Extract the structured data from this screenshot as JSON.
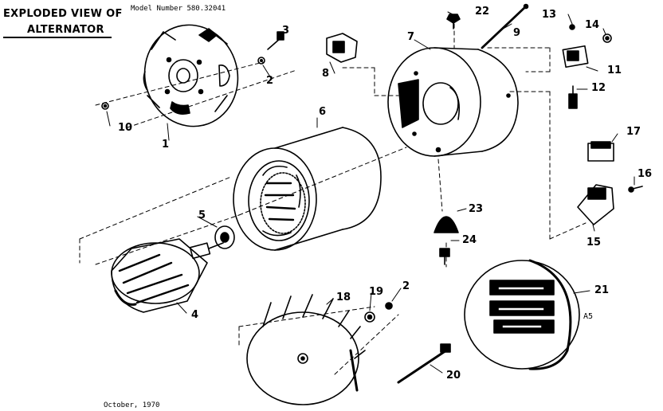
{
  "title_line1": "EXPLODED VIEW OF",
  "title_line2": "ALTERNATOR",
  "model_number": "Model Number 580.32041",
  "date": "October, 1970",
  "mark": "A5",
  "callouts": {
    "c1": "1",
    "c2a": "2",
    "c2b": "2",
    "c3": "3",
    "c4": "4",
    "c5": "5",
    "c6": "6",
    "c7": "7",
    "c8": "8",
    "c9": "9",
    "c10": "10",
    "c11": "11",
    "c12": "12",
    "c13": "13",
    "c14": "14",
    "c15": "15",
    "c16": "16",
    "c17": "17",
    "c18": "18",
    "c19": "19",
    "c20": "20",
    "c21": "21",
    "c22": "22",
    "c23": "23",
    "c24": "24"
  }
}
